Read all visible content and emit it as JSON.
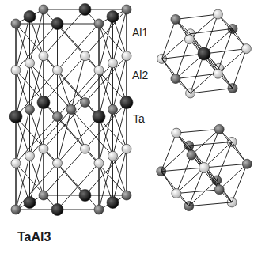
{
  "diagram": {
    "labels": [
      "Al1",
      "Al2",
      "Ta",
      "TaAl3"
    ]
  }
}
